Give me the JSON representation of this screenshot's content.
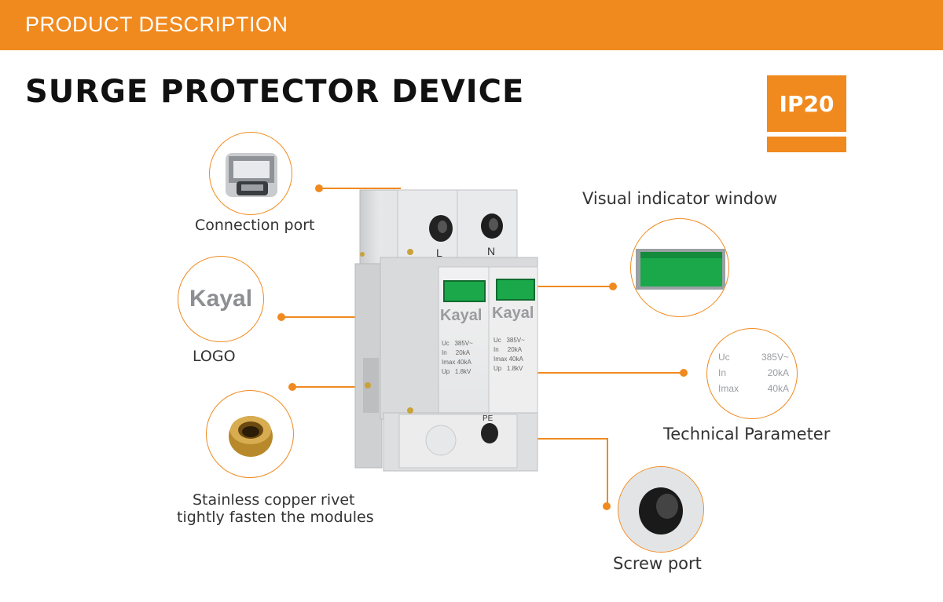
{
  "header": {
    "banner_text": "PRODUCT DESCRIPTION"
  },
  "page": {
    "title": "SURGE PROTECTOR DEVICE"
  },
  "badge": {
    "text": "IP20"
  },
  "callouts": {
    "connection_port": "Connection port",
    "logo": "LOGO",
    "rivet_line1": "Stainless copper rivet",
    "rivet_line2": "tightly fasten the modules",
    "visual_indicator": "Visual indicator window",
    "technical_parameter": "Technical Parameter",
    "screw_port": "Screw port"
  },
  "device": {
    "terminal_l": "L",
    "terminal_n": "N",
    "terminal_pe": "PE",
    "brand": "Kayal",
    "specs": [
      {
        "k": "Uc",
        "v": "385V~"
      },
      {
        "k": "In",
        "v": "20kA"
      },
      {
        "k": "Imax",
        "v": "40kA"
      },
      {
        "k": "Up",
        "v": "1.8kV"
      }
    ]
  },
  "zoom": {
    "logo_text": "Kayal",
    "param_rows": [
      {
        "k": "Uc",
        "v": "385V~"
      },
      {
        "k": "In",
        "v": "20kA"
      },
      {
        "k": "Imax",
        "v": "40kA"
      }
    ]
  },
  "colors": {
    "accent": "#f08a1f",
    "indicator_green": "#1aa84a"
  }
}
